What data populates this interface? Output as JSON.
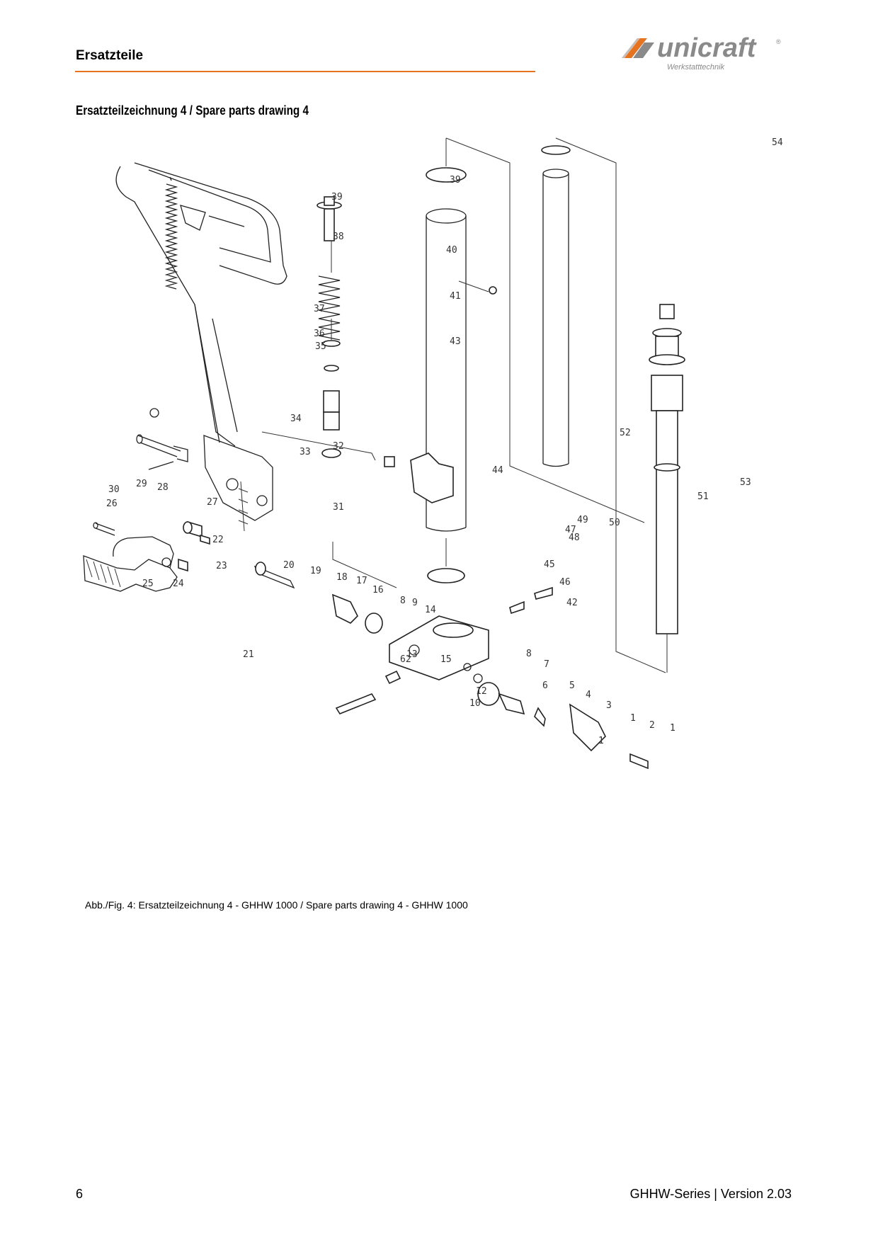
{
  "header": {
    "title": "Ersatzteile",
    "rule_color": "#e8731e"
  },
  "logo": {
    "brand": "unicraft",
    "registered_mark": "®",
    "tagline": "Werkstatttechnik",
    "accent_color": "#e8731e",
    "text_color": "#8a8a8a"
  },
  "section": {
    "heading": "Ersatzteilzeichnung 4 / Spare parts drawing 4"
  },
  "figure": {
    "part_labels": [
      "1",
      "1",
      "1",
      "2",
      "3",
      "4",
      "5",
      "6",
      "7",
      "8",
      "8",
      "9",
      "10",
      "12",
      "13",
      "14",
      "15",
      "16",
      "17",
      "18",
      "19",
      "20",
      "21",
      "22",
      "23",
      "24",
      "25",
      "26",
      "27",
      "28",
      "29",
      "30",
      "31",
      "32",
      "33",
      "34",
      "35",
      "36",
      "37",
      "38",
      "39",
      "39",
      "40",
      "41",
      "42",
      "43",
      "44",
      "45",
      "46",
      "47",
      "48",
      "49",
      "50",
      "51",
      "52",
      "53",
      "54",
      "62"
    ],
    "caption": "Abb./Fig. 4: Ersatzteilzeichnung 4 - GHHW 1000 / Spare parts drawing 4  - GHHW 1000"
  },
  "footer": {
    "page_number": "6",
    "series_version": "GHHW-Series | Version 2.03"
  }
}
